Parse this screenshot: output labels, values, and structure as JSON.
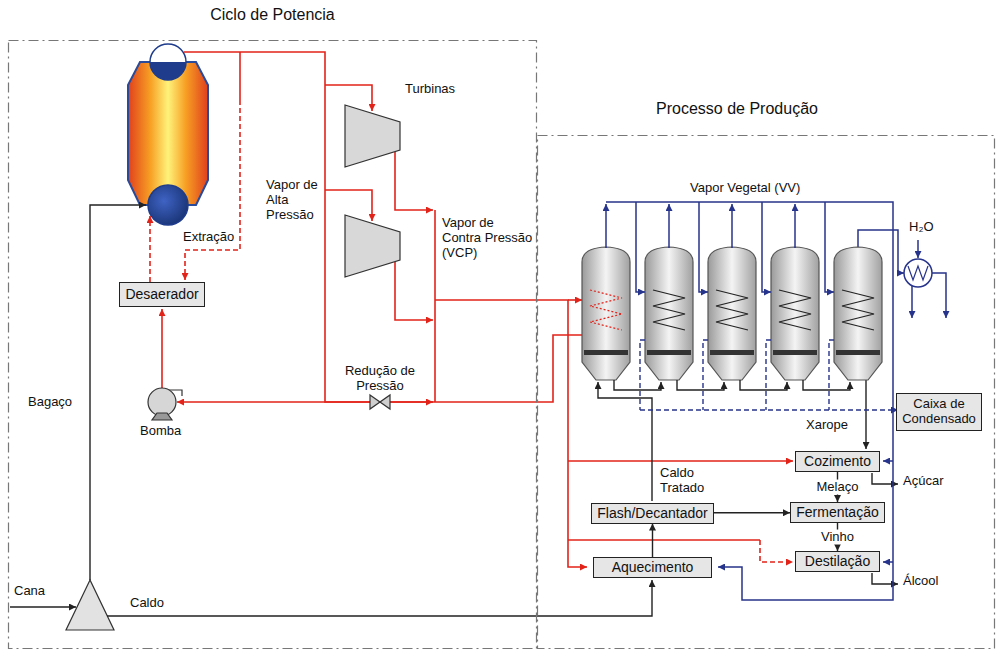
{
  "diagram": {
    "nodes": [
      {
        "text": [
          "Ciclo de Potencia"
        ]
      },
      {
        "text": [
          "Desaerador"
        ],
        "in": 0
      },
      {
        "text": [
          "Processo de Produção"
        ]
      },
      {
        "text": [
          "Caixa de Condensado"
        ],
        "in": 2
      },
      {
        "text": [
          "Cozimento"
        ],
        "in": 2
      },
      {
        "text": [
          "Fermentação"
        ],
        "in": 2
      },
      {
        "text": [
          "Destilação"
        ],
        "in": 2
      },
      {
        "text": [
          "Flash/Decantador"
        ],
        "in": 2
      },
      {
        "text": [
          "Aquecimento"
        ],
        "in": 2
      }
    ],
    "edges": [
      {
        "from": 8,
        "to": 7,
        "arrow": "to"
      },
      {
        "from": 7,
        "to": 5,
        "arrow": "to"
      },
      {
        "from": 4,
        "to": 5,
        "label": "Melaço",
        "arrow": "to"
      },
      {
        "from": 5,
        "to": 6,
        "label": "Vinho",
        "arrow": "to"
      }
    ],
    "labels": [
      "Turbinas",
      "Vapor de Alta Pressão",
      "Vapor de Contra Pressão (VCP)",
      "Extração",
      "Redução de Pressão",
      "Bagaço",
      "Bomba",
      "Cana",
      "Caldo",
      "Vapor Vegetal (VV)",
      "H₂O",
      "Xarope",
      "Açúcar",
      "Caldo Tratado",
      "Álcool"
    ]
  }
}
